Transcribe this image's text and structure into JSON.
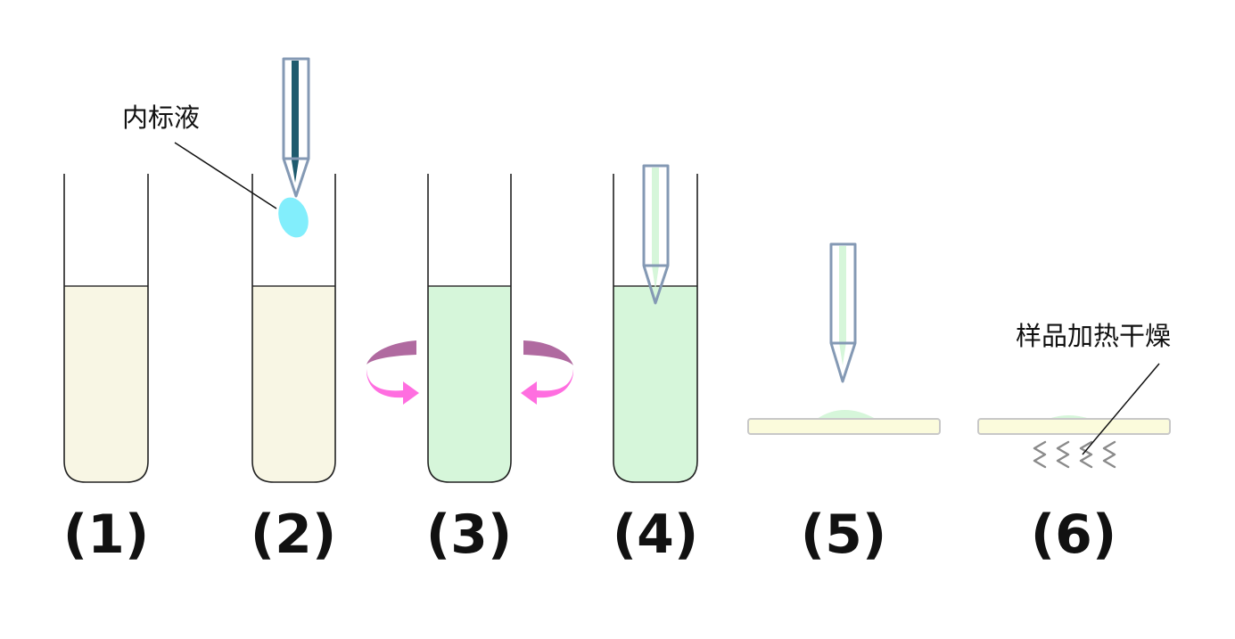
{
  "annotations": {
    "internal_standard": "内标液",
    "heat_dry": "样品加热干燥"
  },
  "steps": [
    {
      "label": "(1)"
    },
    {
      "label": "(2)"
    },
    {
      "label": "(3)"
    },
    {
      "label": "(4)"
    },
    {
      "label": "(5)"
    },
    {
      "label": "(6)"
    }
  ],
  "colors": {
    "sample_liquid": "#f8f6e4",
    "mixed_liquid": "#d6f6da",
    "droplet": "#82eefc",
    "pipette_outline": "#8499b4",
    "pipette_dark_core": "#1f5b6e",
    "pipette_light_core": "#d6f6da",
    "slide": "#fbfbdc",
    "slide_border": "#c8c8c8",
    "arrow_dark": "#b06aa0",
    "arrow_light": "#ff6ee0",
    "heat_wave": "#8a8a8a"
  }
}
